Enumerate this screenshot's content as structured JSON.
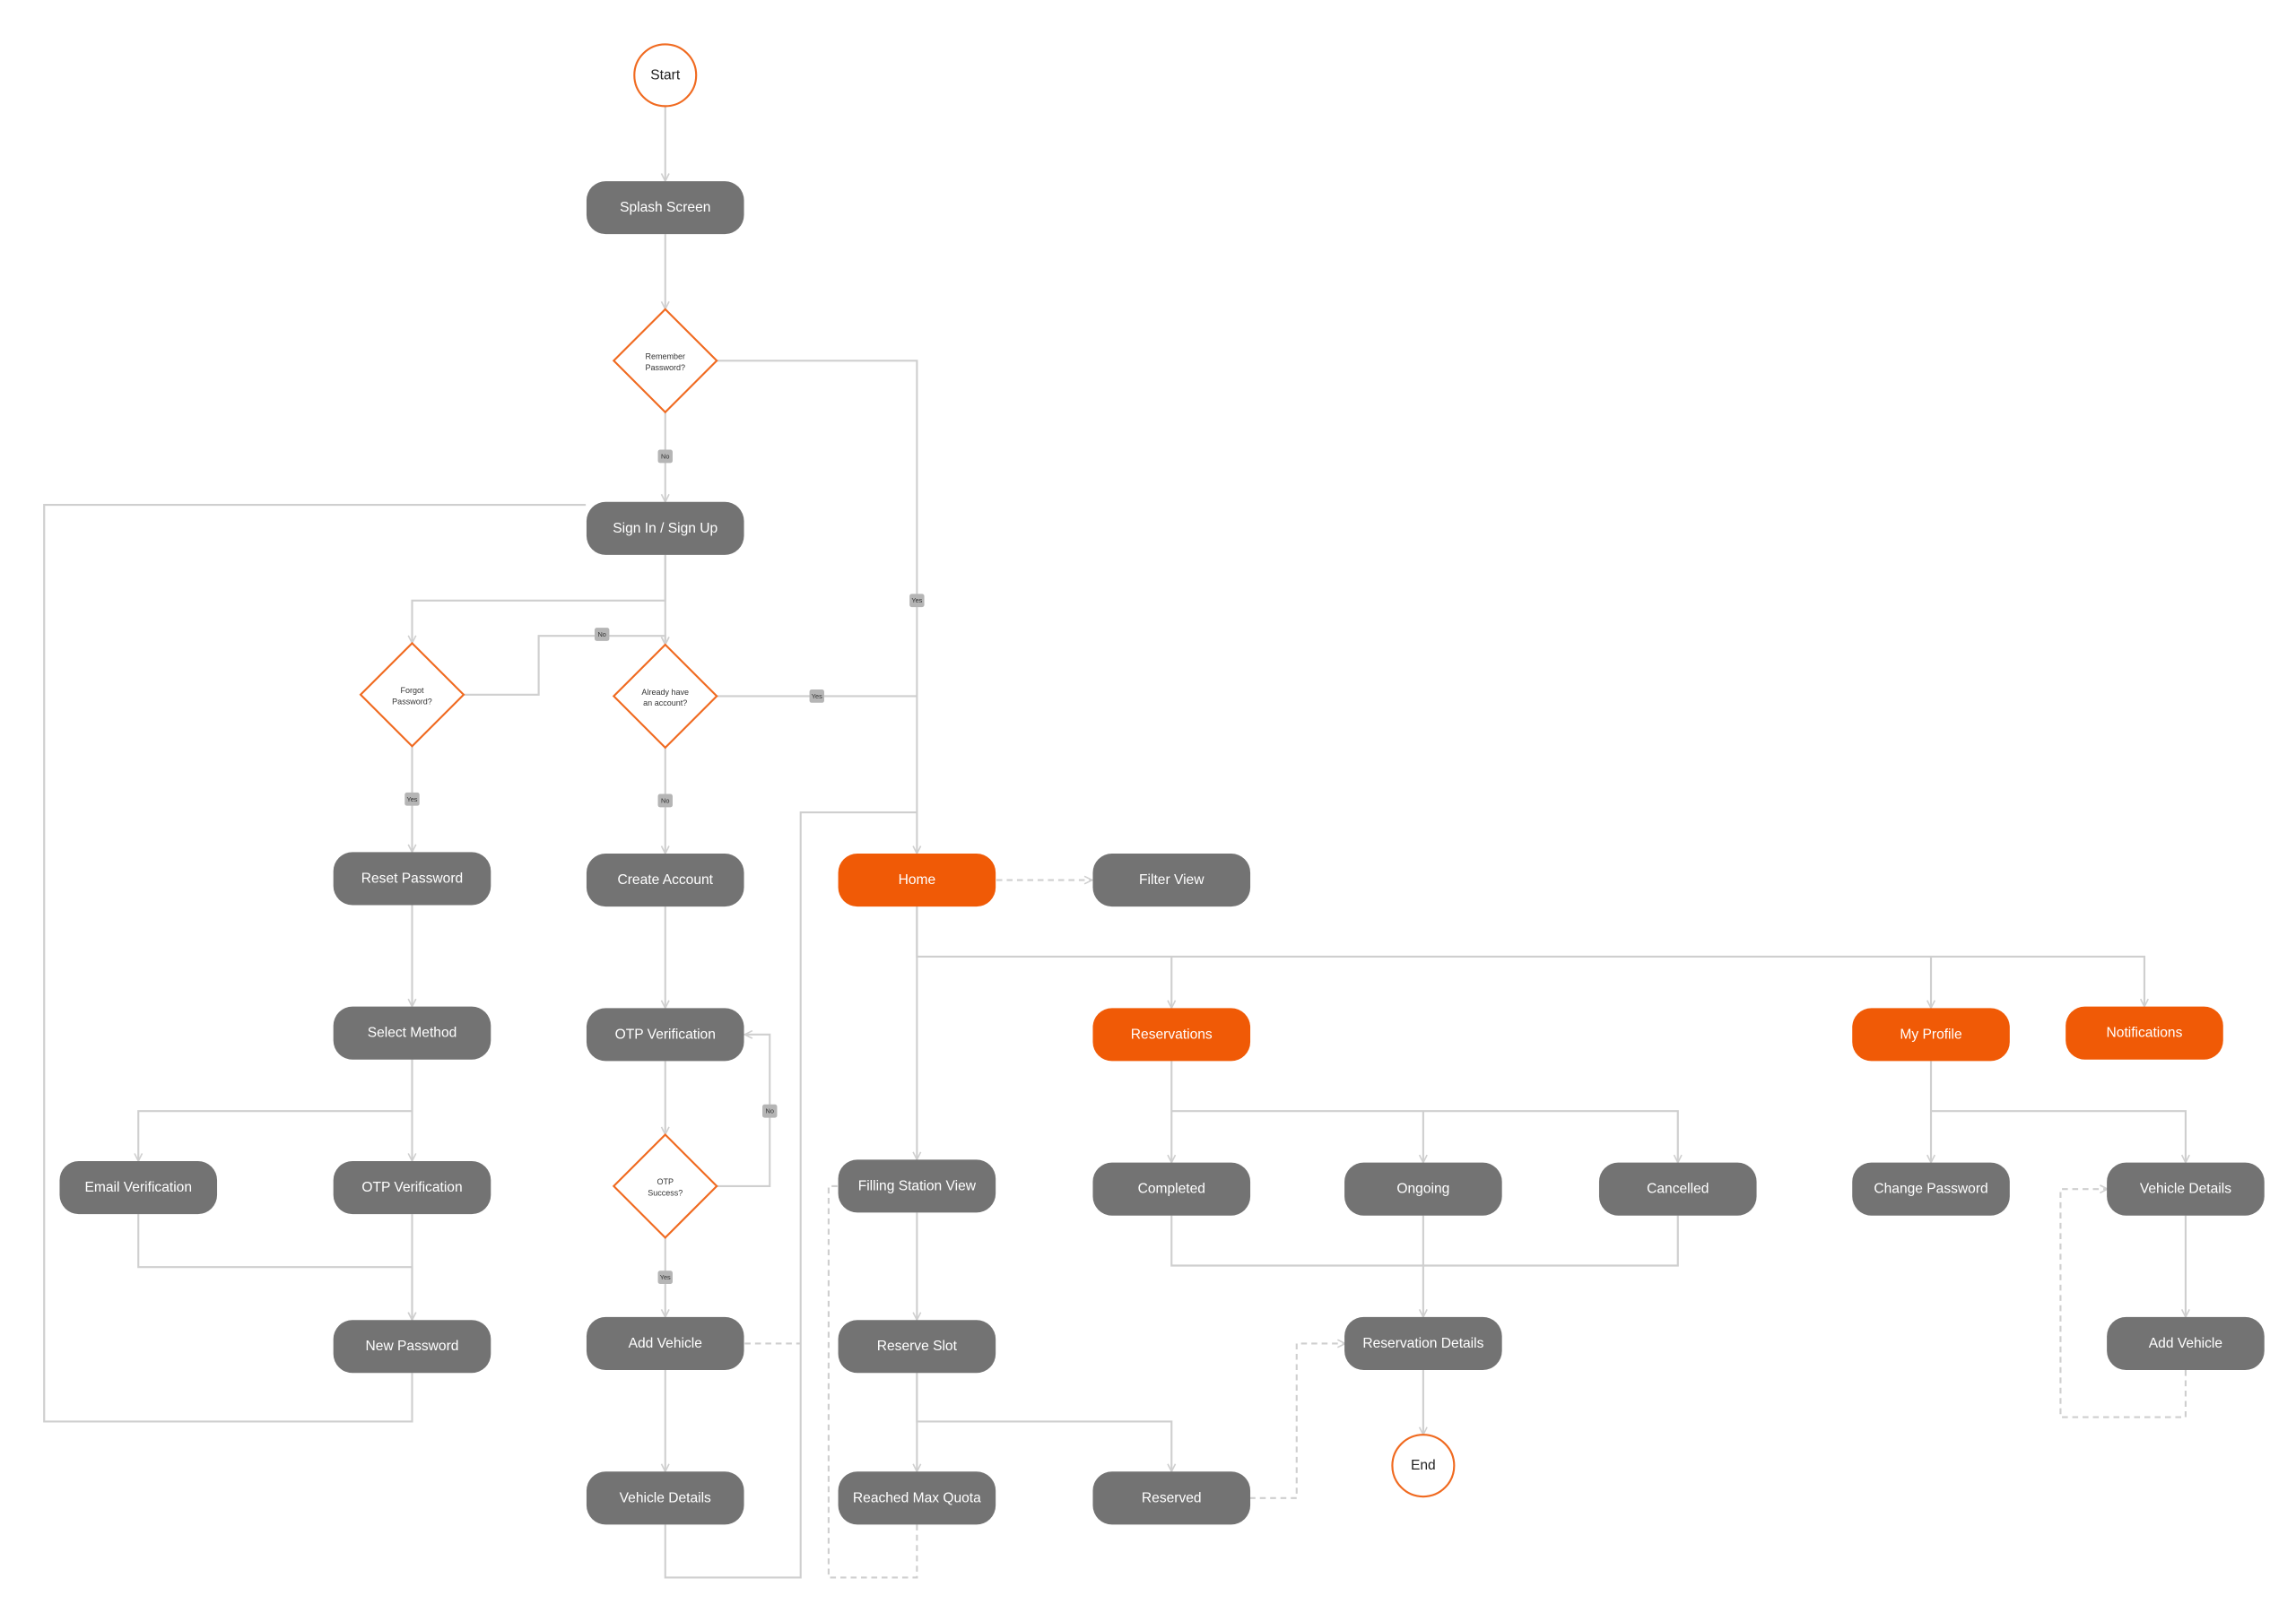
{
  "colors": {
    "process": "#737373",
    "highlight": "#F05A06",
    "decision_border": "#F06A20",
    "edge": "#cfcfcf",
    "tag": "#b5b5b5"
  },
  "terminals": {
    "start": "Start",
    "end": "End"
  },
  "decisions": {
    "remember_password": [
      "Remember",
      "Password?"
    ],
    "forgot_password": [
      "Forgot",
      "Password?"
    ],
    "already_have_account": [
      "Already have",
      "an account?"
    ],
    "otp_success": [
      "OTP",
      "Success?"
    ]
  },
  "nodes": {
    "splash_screen": {
      "label": "Splash Screen",
      "highlight": false
    },
    "sign_in": {
      "label": "Sign In / Sign Up",
      "highlight": false
    },
    "reset_password": {
      "label": "Reset Password",
      "highlight": false
    },
    "create_account": {
      "label": "Create Account",
      "highlight": false
    },
    "home": {
      "label": "Home",
      "highlight": true
    },
    "filter_view": {
      "label": "Filter View",
      "highlight": false
    },
    "select_method": {
      "label": "Select Method",
      "highlight": false
    },
    "otp_verification_signup": {
      "label": "OTP Verification",
      "highlight": false
    },
    "reservations": {
      "label": "Reservations",
      "highlight": true
    },
    "my_profile": {
      "label": "My Profile",
      "highlight": true
    },
    "notifications": {
      "label": "Notifications",
      "highlight": true
    },
    "email_verification": {
      "label": "Email Verification",
      "highlight": false
    },
    "otp_verification_reset": {
      "label": "OTP Verification",
      "highlight": false
    },
    "filling_station_view": {
      "label": "Filling Station View",
      "highlight": false
    },
    "completed": {
      "label": "Completed",
      "highlight": false
    },
    "ongoing": {
      "label": "Ongoing",
      "highlight": false
    },
    "cancelled": {
      "label": "Cancelled",
      "highlight": false
    },
    "change_password": {
      "label": "Change Password",
      "highlight": false
    },
    "profile_vehicle_details": {
      "label": "Vehicle Details",
      "highlight": false
    },
    "new_password": {
      "label": "New Password",
      "highlight": false
    },
    "add_vehicle": {
      "label": "Add Vehicle",
      "highlight": false
    },
    "reserve_slot": {
      "label": "Reserve Slot",
      "highlight": false
    },
    "reservation_details": {
      "label": "Reservation Details",
      "highlight": false
    },
    "profile_add_vehicle": {
      "label": "Add Vehicle",
      "highlight": false
    },
    "vehicle_details": {
      "label": "Vehicle Details",
      "highlight": false
    },
    "reached_max_quota": {
      "label": "Reached Max Quota",
      "highlight": false
    },
    "reserved": {
      "label": "Reserved",
      "highlight": false
    }
  },
  "edge_labels": {
    "remember_no": "No",
    "remember_yes": "Yes",
    "forgot_no": "No",
    "forgot_yes": "Yes",
    "already_yes": "Yes",
    "already_no": "No",
    "otp_no": "No",
    "otp_yes": "Yes"
  }
}
